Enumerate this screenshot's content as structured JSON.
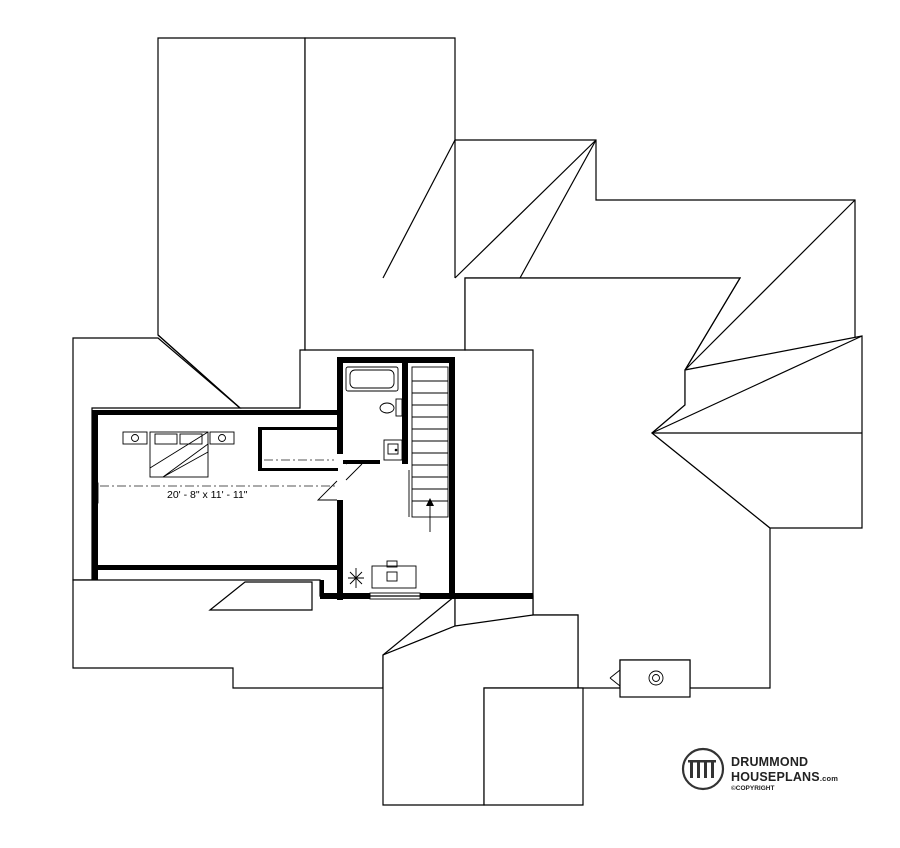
{
  "floor_plan": {
    "room_dimension": "20' - 8\" x 11' - 11\""
  },
  "watermark": {
    "brand_line1": "DRUMMOND",
    "brand_line2": "HOUSEPLANS",
    "brand_suffix": ".com",
    "copyright": "©COPYRIGHT"
  }
}
